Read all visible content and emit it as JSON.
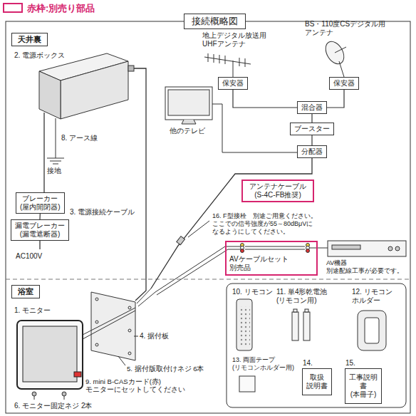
{
  "diagram": {
    "title": "接続概略図",
    "nodes": [
      {
        "text": [
          "天井裏"
        ]
      },
      {
        "text": [
          "ブレーカー (屋内開閉器)"
        ]
      },
      {
        "text": [
          "漏電ブレーカー (漏電遮断器)"
        ]
      },
      {
        "text": [
          "保安器"
        ]
      },
      {
        "text": [
          "保安器"
        ]
      },
      {
        "text": [
          "混合器"
        ]
      },
      {
        "text": [
          "ブースター"
        ]
      },
      {
        "text": [
          "分配器"
        ]
      },
      {
        "text": [
          "アンテナケーブル (S-4C-FB推奨)"
        ]
      },
      {
        "text": [
          "AVケーブルセット 別売品"
        ]
      },
      {
        "text": [
          "浴室"
        ]
      },
      {
        "text": [
          "14.",
          "取扱 説明書"
        ]
      },
      {
        "text": [
          "15.",
          "工事説明 書(本冊子)"
        ]
      }
    ],
    "edges": [
      {
        "from": 3,
        "to": 5,
        "arrow": "none"
      },
      {
        "from": 4,
        "to": 5,
        "arrow": "none"
      },
      {
        "from": 5,
        "to": 6,
        "arrow": "none"
      },
      {
        "from": 6,
        "to": 7,
        "arrow": "none"
      },
      {
        "from": 1,
        "to": 2,
        "arrow": "none"
      }
    ],
    "labels": [
      "2. 電源ボックス",
      "8. アース線",
      "接地",
      "3. 電源接続ケーブル",
      "AC100V",
      "地上デジタル放送用 UHFアンテナ",
      "BS・110度CSデジタル用 アンテナ",
      "他のテレビ",
      "16. F型接栓　別途ご用意ください。 ここでの信号強度が55～80dBμVに なるようにしてください。",
      "AV機器 別途配線工事が必要です。",
      "1. モニター",
      "4. 据付板",
      "5. 据付版取付けネジ 6本",
      "9. mini B-CASカード(赤) モニターにセットしてください",
      "6. モニター固定ネジ 2本",
      "10. リモコン",
      "11. 単4形乾電池 (リモコン用)",
      "12. リモコン ホルダー",
      "13. 両面テープ (リモコンホルダー用)"
    ],
    "legend": [
      {
        "text": "赤枠:別売り部品"
      }
    ]
  }
}
